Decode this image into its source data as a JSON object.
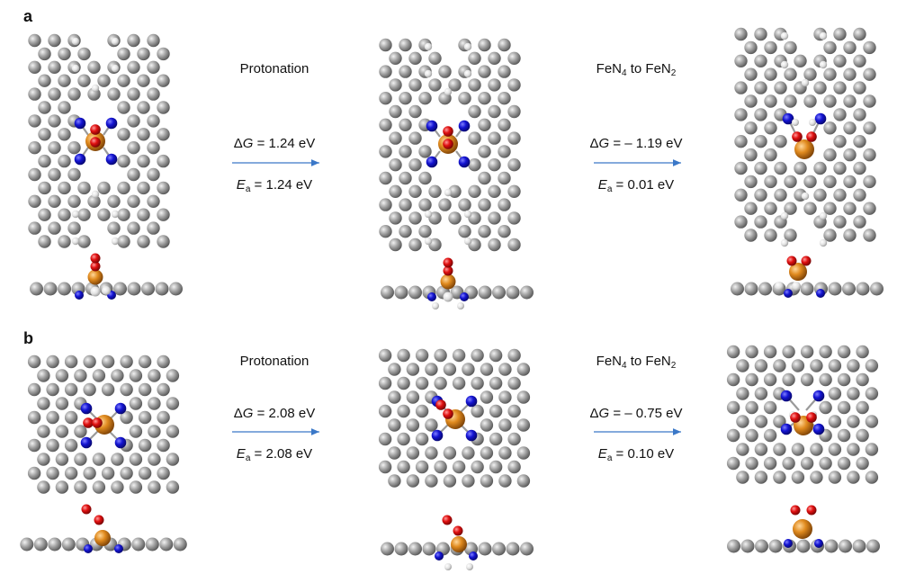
{
  "panels": [
    {
      "letter": "a",
      "steps": [
        {
          "title": "Protonation",
          "dG": "= 1.24 eV",
          "Ea": "= 1.24 eV"
        },
        {
          "title_a": "FeN",
          "title_sub1": "4",
          "title_b": " to FeN",
          "title_sub2": "2",
          "dG": "= – 1.19 eV",
          "Ea": "= 0.01 eV"
        }
      ]
    },
    {
      "letter": "b",
      "steps": [
        {
          "title": "Protonation",
          "dG": "= 2.08 eV",
          "Ea": "= 2.08 eV"
        },
        {
          "title_a": "FeN",
          "title_sub1": "4",
          "title_b": " to FeN",
          "title_sub2": "2",
          "dG": "= – 0.75 eV",
          "Ea": "= 0.10 eV"
        }
      ]
    }
  ],
  "symbols": {
    "dG_symbol": "Δ",
    "dG_var": "G",
    "Ea_var": "E",
    "Ea_sub": "a"
  },
  "atom_colors": {
    "carbon": "#8f8f8f",
    "nitrogen": "#1414d2",
    "oxygen": "#e01010",
    "iron": "#e08a1e",
    "hydrogen": "#e6e6e6"
  },
  "arrow_color": "#3b78c8"
}
